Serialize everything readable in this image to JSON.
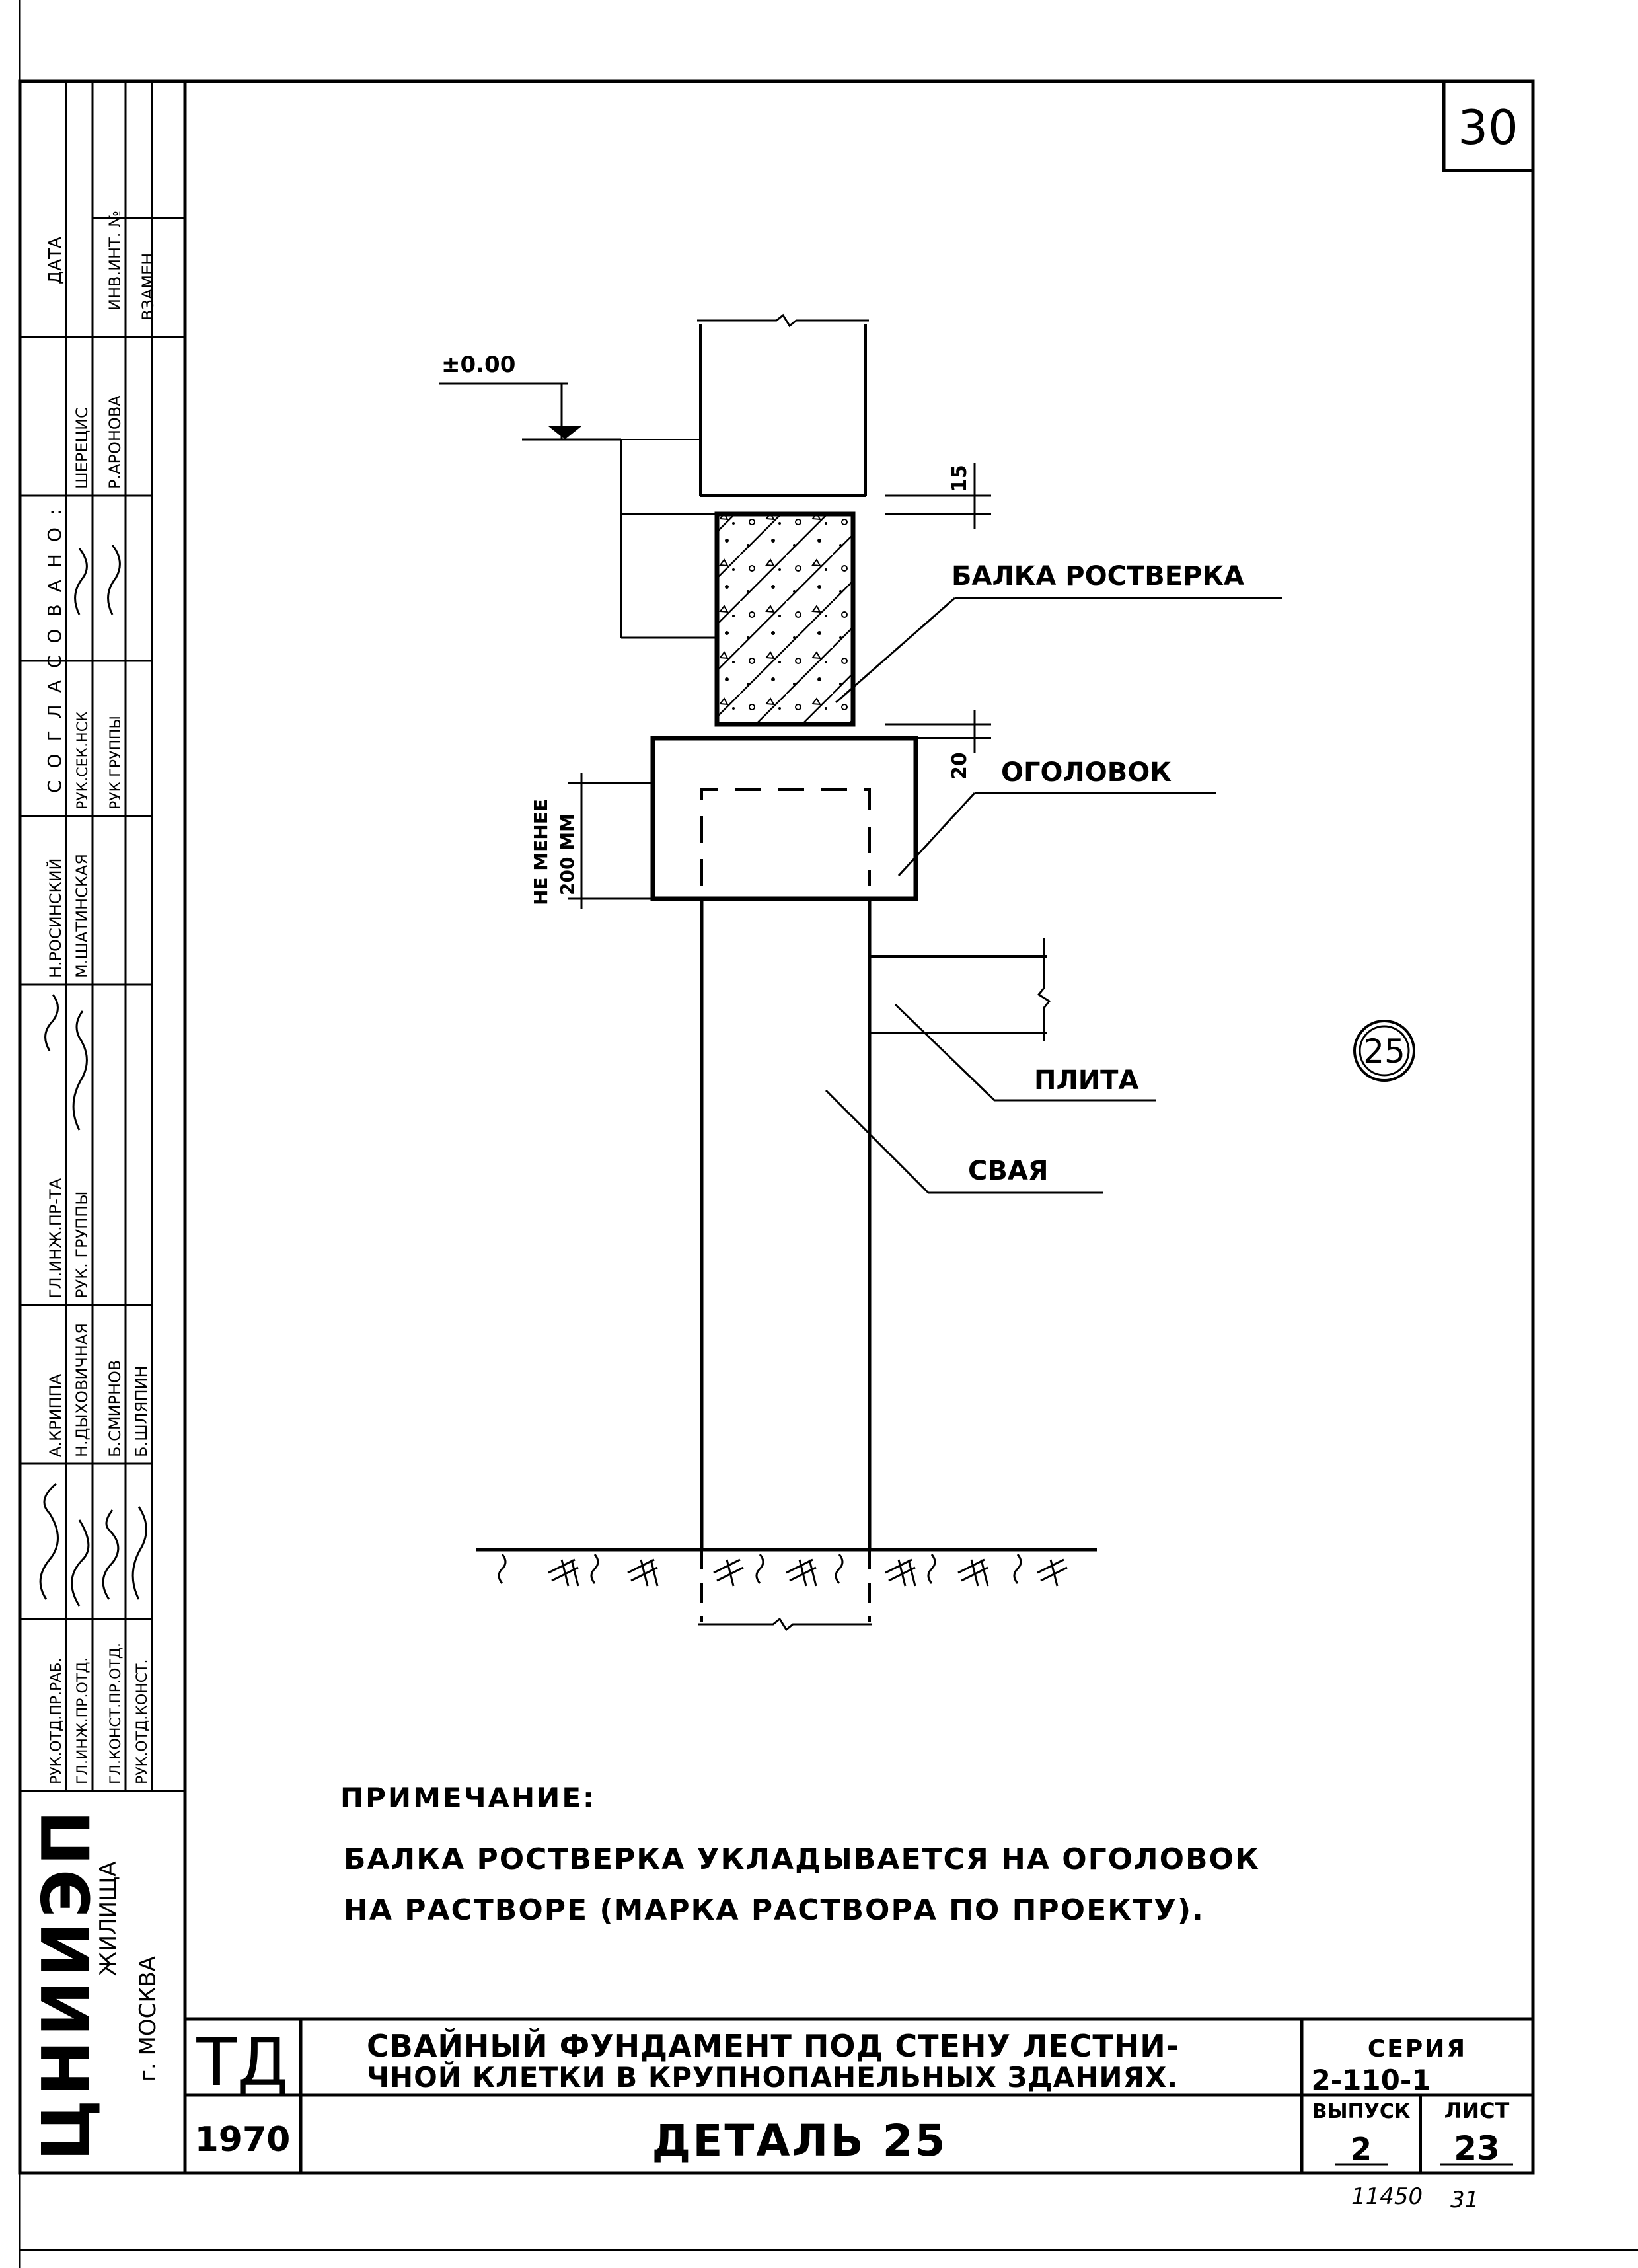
{
  "sheet": {
    "page_number": "30",
    "detail_marker": "25",
    "handwritten_bottom_left": "11450",
    "handwritten_bottom_right": "31"
  },
  "drawing": {
    "level_mark": "±0.00",
    "dim_gap_top": "15",
    "dim_gap_bottom": "20",
    "dim_head_note": [
      "НЕ МЕНЕЕ",
      "200 ММ"
    ],
    "labels": {
      "beam": "БАЛКА РОСТВЕРКА",
      "cap": "ОГОЛОВОК",
      "slab": "ПЛИТА",
      "pile": "СВАЯ"
    }
  },
  "note": {
    "heading": "ПРИМЕЧАНИЕ:",
    "line1": "БАЛКА РОСТВЕРКА УКЛАДЫВАЕТСЯ НА ОГОЛОВОК",
    "line2": "НА РАСТВОРЕ (МАРКА РАСТВОРА ПО ПРОЕКТУ)."
  },
  "title_block": {
    "code": "ТД",
    "year": "1970",
    "title_line1": "СВАЙНЫЙ ФУНДАМЕНТ ПОД СТЕНУ ЛЕСТНИ-",
    "title_line2": "ЧНОЙ КЛЕТКИ В КРУПНОПАНЕЛЬНЫХ ЗДАНИЯХ.",
    "series_label": "СЕРИЯ",
    "series_value": "2-110-1",
    "detail_title": "ДЕТАЛЬ 25",
    "issue_label": "ВЫПУСК",
    "issue_value": "2",
    "sheet_label": "ЛИСТ",
    "sheet_value": "23"
  },
  "side_stamp": {
    "org_logo": "ЦНИИЭП",
    "org_name": "ЖИЛИЩА",
    "city": "г. МОСКВА",
    "roles": [
      "РУК.ОТД.ПР.РАБ.",
      "ГЛ.ИНЖ.ПР.ОТД.",
      "ГЛ.КОНСТ.ПР.ОТД.",
      "РУК.ОТД.КОНСТ."
    ],
    "names_a": [
      "А.КРИППА",
      "Н.ДЫХОВИЧНАЯ",
      "Б.СМИРНОВ",
      "Б.ШЛЯПИН"
    ],
    "roles_b": [
      "ГЛ.ИНЖ.ПР-ТА",
      "РУК. ГРУППЫ"
    ],
    "names_b": [
      "Н.РОСИНСКИЙ",
      "М.ШАТИНСКАЯ"
    ],
    "agreed": "СОГЛАСОВАНО:",
    "roles_c": [
      "РУК.СЕК.НСК",
      "РУК ГРУППЫ"
    ],
    "names_c": [
      "ШЕРЕЦИС",
      "Р.АРОНОВА"
    ],
    "date": "ДАТА",
    "inv": "ИНВ.ИНТ. №",
    "vzamen": "ВЗАМЕН"
  }
}
